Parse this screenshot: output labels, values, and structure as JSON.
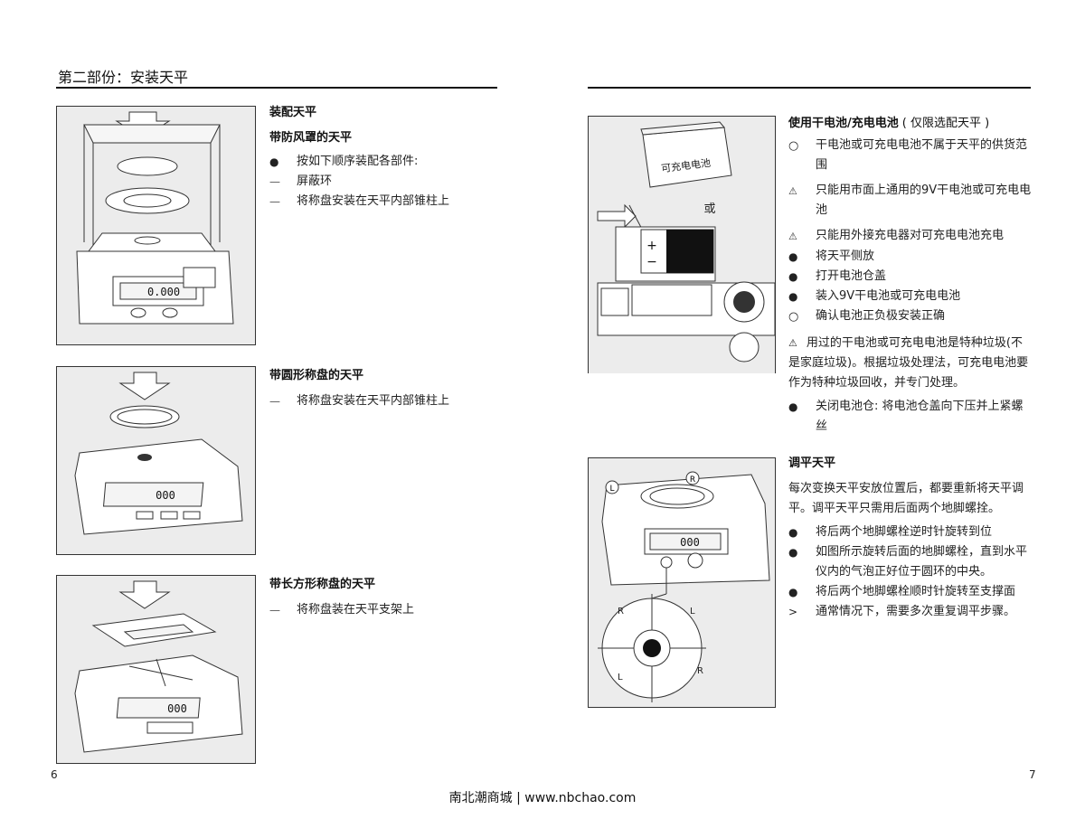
{
  "left": {
    "section_title": "第二部份：安装天平",
    "block1": {
      "heading": "装配天平",
      "subheading": "带防风罩的天平",
      "items": [
        {
          "marker": "bullet",
          "text": "按如下顺序装配各部件:"
        },
        {
          "marker": "dash",
          "text": "屏蔽环"
        },
        {
          "marker": "dash",
          "text": "将称盘安装在天平内部锥柱上"
        }
      ],
      "display_reading": "0.000"
    },
    "block2": {
      "heading": "带圆形称盘的天平",
      "items": [
        {
          "marker": "dash",
          "text": "将称盘安装在天平内部锥柱上"
        }
      ],
      "display_reading": "000"
    },
    "block3": {
      "heading": "带长方形称盘的天平",
      "items": [
        {
          "marker": "dash",
          "text": "将称盘装在天平支架上"
        }
      ],
      "display_reading": "000"
    },
    "page_number": "6"
  },
  "right": {
    "battery": {
      "heading_bold": "使用干电池/充电电池",
      "heading_note": "( 仅限选配天平 )",
      "figure_label_battery": "可充电电池",
      "figure_label_or": "或",
      "items": [
        {
          "marker": "circle",
          "text": "干电池或可充电电池不属于天平的供货范围"
        },
        {
          "marker": "warn",
          "text": "只能用市面上通用的9V干电池或可充电电池"
        },
        {
          "marker": "warn",
          "text": "只能用外接充电器对可充电电池充电"
        },
        {
          "marker": "bullet",
          "text": "将天平侧放"
        },
        {
          "marker": "bullet",
          "text": "打开电池仓盖"
        },
        {
          "marker": "bullet",
          "text": "装入9V干电池或可充电电池"
        },
        {
          "marker": "circle",
          "text": "确认电池正负极安装正确"
        }
      ],
      "warning_paragraph": "用过的干电池或可充电电池是特种垃圾(不是家庭垃圾)。根据垃圾处理法，可充电电池要作为特种垃圾回收，并专门处理。",
      "final_item": {
        "marker": "bullet",
        "text": "关闭电池仓: 将电池仓盖向下压并上紧螺丝"
      }
    },
    "leveling": {
      "heading": "调平天平",
      "paragraph": "每次变换天平安放位置后，都要重新将天平调平。调平天平只需用后面两个地脚螺拴。",
      "items": [
        {
          "marker": "bullet",
          "text": "将后两个地脚螺栓逆时针旋转到位"
        },
        {
          "marker": "bullet",
          "text": "如图所示旋转后面的地脚螺栓，直到水平仪内的气泡正好位于圆环的中央。"
        },
        {
          "marker": "bullet",
          "text": "将后两个地脚螺栓顺时针旋转至支撑面"
        },
        {
          "marker": "gt",
          "text": "通常情况下，需要多次重复调平步骤。"
        }
      ],
      "figure_labels": {
        "left": "L",
        "right": "R"
      },
      "display_reading": "000"
    },
    "page_number": "7"
  },
  "footer": "南北潮商城 | www.nbchao.com"
}
